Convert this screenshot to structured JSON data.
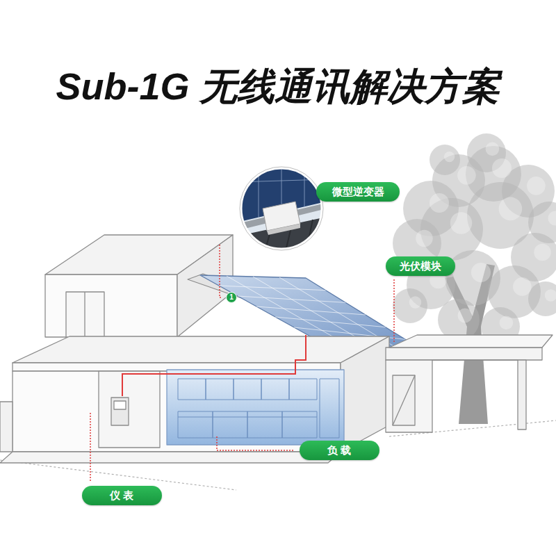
{
  "diagram": {
    "title": "Sub-1G 无线通讯解决方案",
    "nodes": [
      {
        "text": [
          "微型逆变器"
        ]
      },
      {
        "text": [
          "光伏模块"
        ]
      },
      {
        "text": [
          "1"
        ]
      },
      {
        "text": [
          "负 载"
        ]
      },
      {
        "text": [
          "仪 表"
        ]
      }
    ]
  }
}
